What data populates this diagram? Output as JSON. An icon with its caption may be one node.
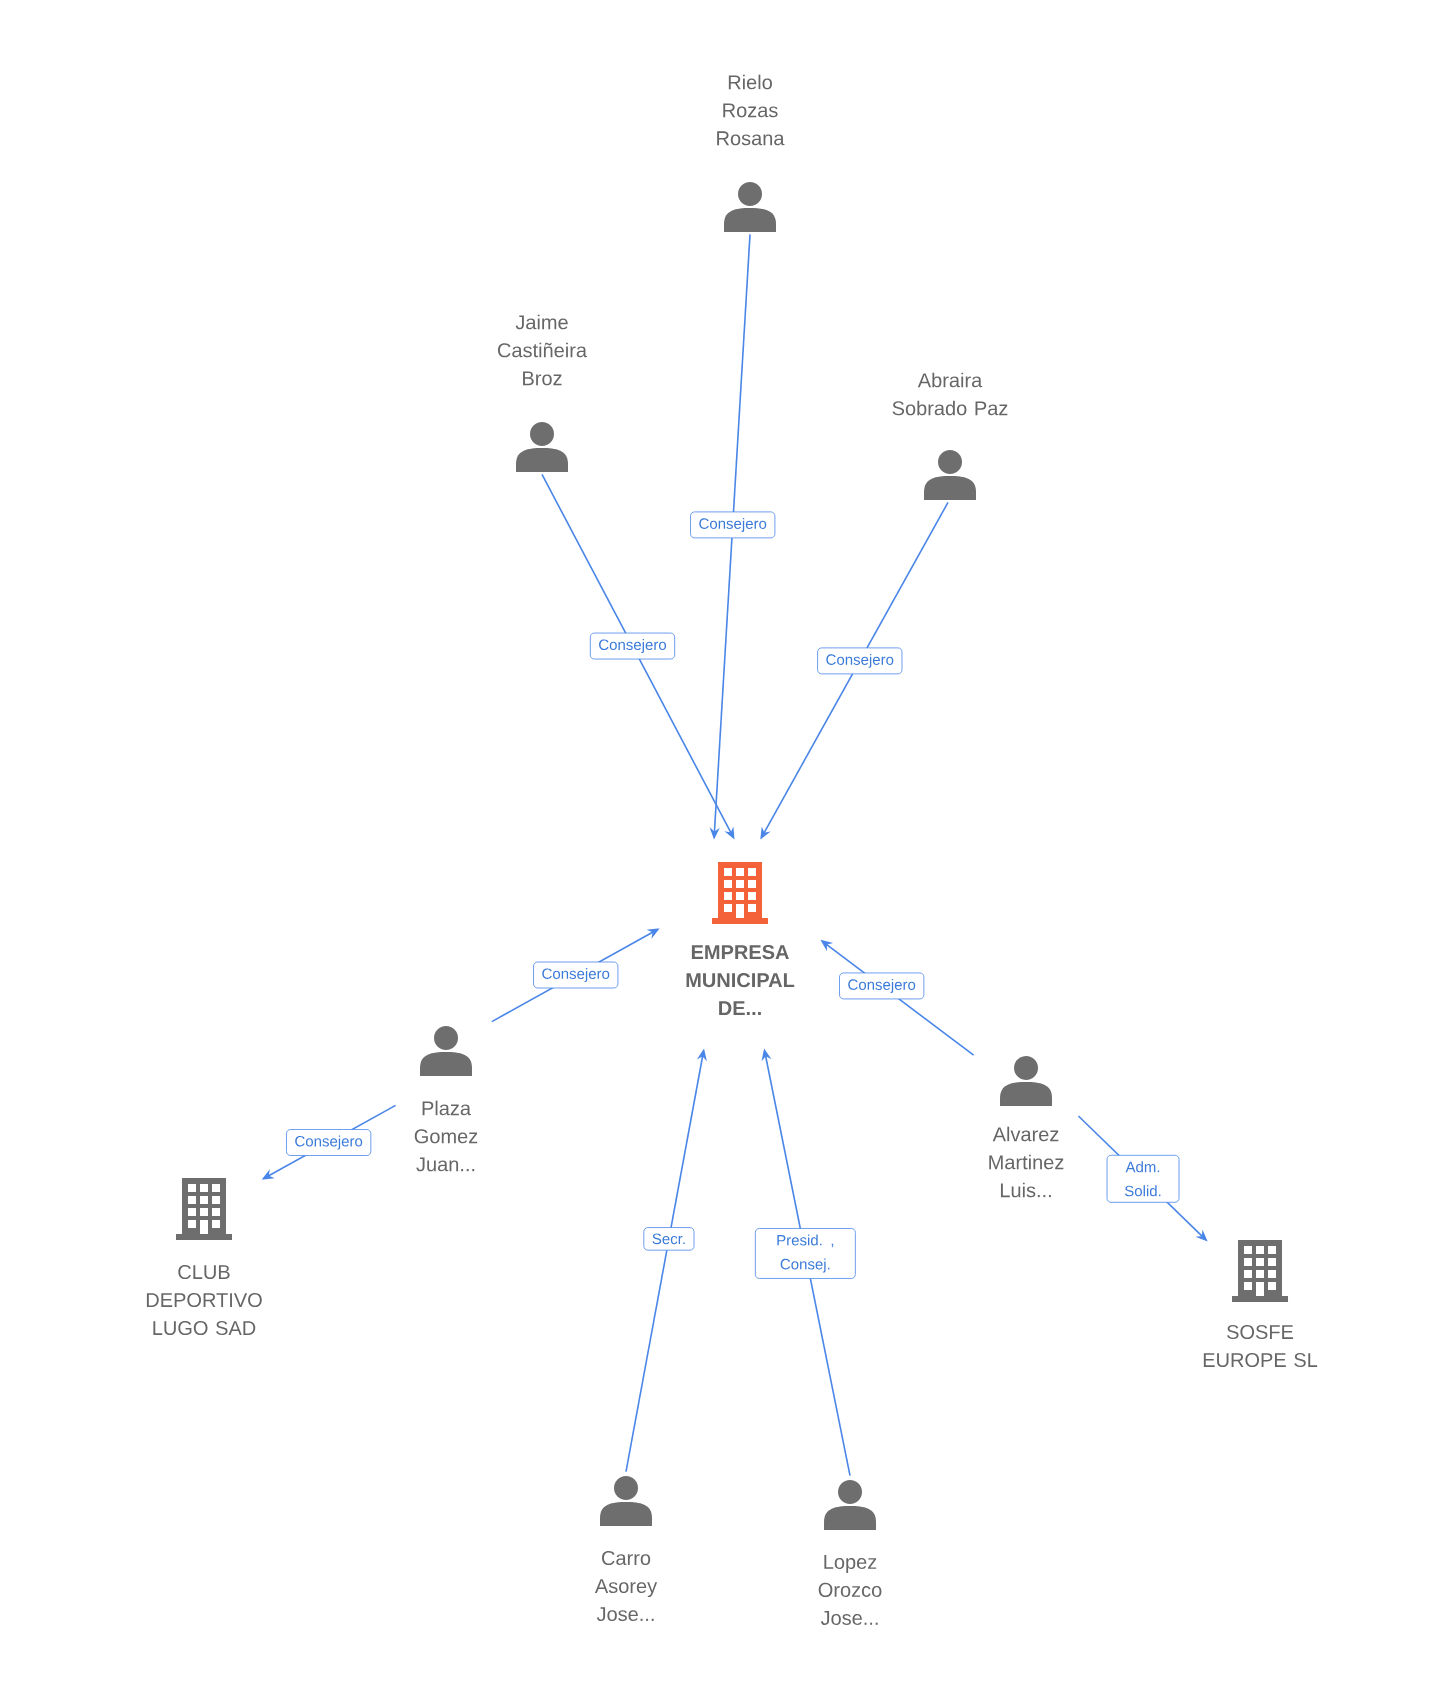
{
  "diagram": {
    "nodes": [
      {
        "text": [
          "Rielo Rozas Rosana"
        ]
      },
      {
        "text": [
          "Jaime Castiñeira Broz"
        ]
      },
      {
        "text": [
          "Abraira Sobrado Paz"
        ]
      },
      {
        "text": [
          "EMPRESA MUNICIPAL DE..."
        ]
      },
      {
        "text": [
          "Plaza Gomez Juan..."
        ]
      },
      {
        "text": [
          "Alvarez Martinez Luis..."
        ]
      },
      {
        "text": [
          "CLUB DEPORTIVO LUGO SAD"
        ]
      },
      {
        "text": [
          "SOSFE EUROPE SL"
        ]
      },
      {
        "text": [
          "Carro Asorey Jose..."
        ]
      },
      {
        "text": [
          "Lopez Orozco Jose..."
        ]
      }
    ],
    "edges": [
      {
        "from": 0,
        "to": 3,
        "arrow": "to",
        "label": "Consejero"
      },
      {
        "from": 1,
        "to": 3,
        "arrow": "to",
        "label": "Consejero"
      },
      {
        "from": 2,
        "to": 3,
        "arrow": "to",
        "label": "Consejero"
      },
      {
        "from": 4,
        "to": 3,
        "arrow": "to",
        "label": "Consejero"
      },
      {
        "from": 5,
        "to": 3,
        "arrow": "to",
        "label": "Consejero"
      },
      {
        "from": 4,
        "to": 6,
        "arrow": "to",
        "label": "Consejero"
      },
      {
        "from": 5,
        "to": 7,
        "arrow": "to",
        "label": "Adm. Solid."
      },
      {
        "from": 8,
        "to": 3,
        "arrow": "to",
        "label": "Secr."
      },
      {
        "from": 9,
        "to": 3,
        "arrow": "to",
        "label": "Presid. , Consej."
      }
    ]
  }
}
